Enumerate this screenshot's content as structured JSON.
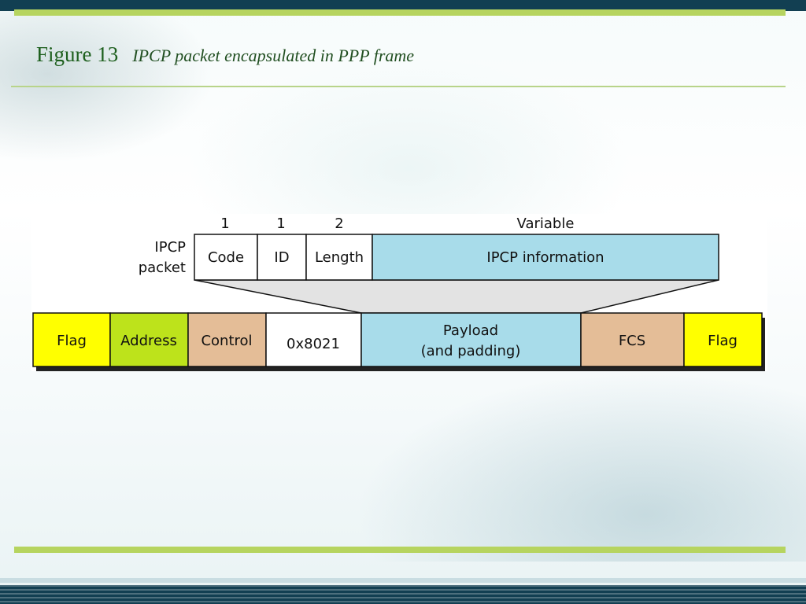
{
  "slide": {
    "figure_number": "Figure 13",
    "caption": "IPCP packet encapsulated in PPP frame"
  },
  "ipcp_packet": {
    "label_line1": "IPCP",
    "label_line2": "packet",
    "field_sizes": [
      "1",
      "1",
      "2",
      "Variable"
    ],
    "fields": [
      "Code",
      "ID",
      "Length",
      "IPCP information"
    ]
  },
  "ppp_frame": {
    "fields": [
      "Flag",
      "Address",
      "Control",
      "0x8021",
      "Payload",
      "(and padding)",
      "FCS",
      "Flag"
    ]
  },
  "colors": {
    "flag": "#ffff00",
    "address": "#bde31b",
    "control": "#e4bd97",
    "protocol": "#ffffff",
    "payload": "#a8dcea",
    "fcs": "#e4bd97",
    "ipcp_info": "#a8dcea",
    "title_green": "#1d5f1d",
    "accent_green": "#b6d45f",
    "navy_bar": "#123f52"
  }
}
